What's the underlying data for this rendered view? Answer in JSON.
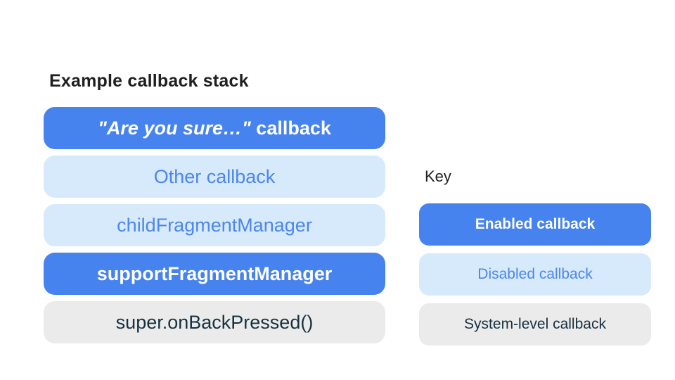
{
  "colors": {
    "enabled_bg": "#4683ee",
    "enabled_text": "#ffffff",
    "disabled_bg": "#d7eafb",
    "disabled_text": "#4c86ee",
    "system_bg": "#ebebeb",
    "system_text": "#173140",
    "title_text": "#1f1f1f",
    "page_bg": "#ffffff"
  },
  "stack": {
    "title": "Example callback stack",
    "items": [
      {
        "label_italic": "\"Are you sure…\"",
        "label_rest": " callback",
        "type": "enabled"
      },
      {
        "label": "Other callback",
        "type": "disabled"
      },
      {
        "label": "childFragmentManager",
        "type": "disabled"
      },
      {
        "label": "supportFragmentManager",
        "type": "enabled"
      },
      {
        "label": "super.onBackPressed()",
        "type": "system"
      }
    ]
  },
  "key": {
    "title": "Key",
    "items": [
      {
        "label": "Enabled callback",
        "type": "enabled"
      },
      {
        "label": "Disabled callback",
        "type": "disabled"
      },
      {
        "label": "System-level callback",
        "type": "system"
      }
    ]
  }
}
